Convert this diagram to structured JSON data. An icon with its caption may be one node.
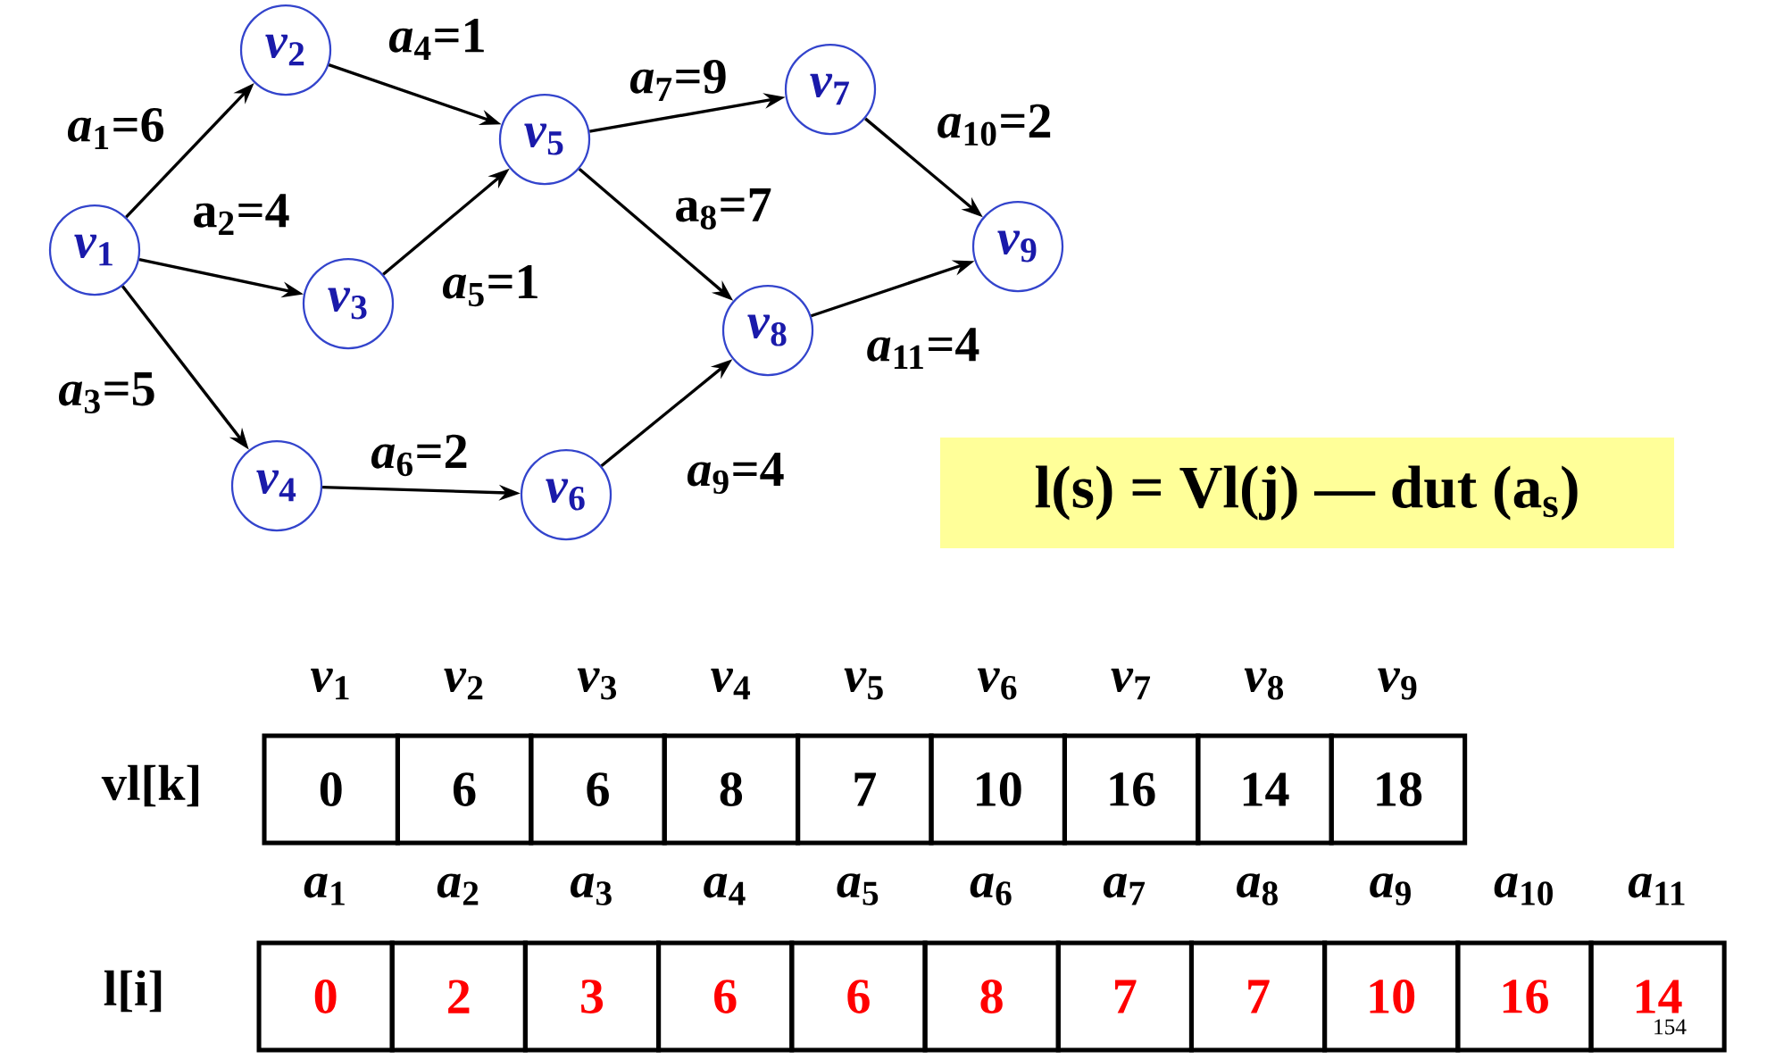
{
  "diagram": {
    "nodes": [
      {
        "text": [
          "*v*$_{1}$"
        ]
      },
      {
        "text": [
          "*v*$_{2}$"
        ]
      },
      {
        "text": [
          "*v*$_{3}$"
        ]
      },
      {
        "text": [
          "*v*$_{4}$"
        ]
      },
      {
        "text": [
          "*v*$_{5}$"
        ]
      },
      {
        "text": [
          "*v*$_{6}$"
        ]
      },
      {
        "text": [
          "*v*$_{7}$"
        ]
      },
      {
        "text": [
          "*v*$_{8}$"
        ]
      },
      {
        "text": [
          "*v*$_{9}$"
        ]
      },
      {
        "text": [
          "l(s) = Vl(j) — dut (a$_{s}$)"
        ]
      }
    ],
    "edges": [
      {
        "from": 0,
        "to": 1,
        "arrow": "to",
        "label": "*a*$_{1}$=6"
      },
      {
        "from": 0,
        "to": 2,
        "arrow": "to",
        "label": "a$_{2}$=4"
      },
      {
        "from": 0,
        "to": 3,
        "arrow": "to",
        "label": "*a*$_{3}$=5"
      },
      {
        "from": 1,
        "to": 4,
        "arrow": "to",
        "label": "*a*$_{4}$=1"
      },
      {
        "from": 2,
        "to": 4,
        "arrow": "to",
        "label": "*a*$_{5}$=1"
      },
      {
        "from": 3,
        "to": 5,
        "arrow": "to",
        "label": "*a*$_{6}$=2"
      },
      {
        "from": 4,
        "to": 6,
        "arrow": "to",
        "label": "*a*$_{7}$=9"
      },
      {
        "from": 4,
        "to": 7,
        "arrow": "to",
        "label": "a$_{8}$=7"
      },
      {
        "from": 5,
        "to": 7,
        "arrow": "to",
        "label": "*a*$_{9}$=4"
      },
      {
        "from": 6,
        "to": 8,
        "arrow": "to",
        "label": "*a*$_{10}$=2"
      },
      {
        "from": 7,
        "to": 8,
        "arrow": "to",
        "label": "*a*$_{11}$=4"
      }
    ],
    "labels": [
      "*v*$_{1}$",
      "*v*$_{2}$",
      "*v*$_{3}$",
      "*v*$_{4}$",
      "*v*$_{5}$",
      "*v*$_{6}$",
      "*v*$_{7}$",
      "*v*$_{8}$",
      "*v*$_{9}$",
      "vl[k]",
      "0",
      "6",
      "6",
      "8",
      "7",
      "10",
      "16",
      "14",
      "18",
      "*a*$_{1}$",
      "*a*$_{2}$",
      "*a*$_{3}$",
      "*a*$_{4}$",
      "*a*$_{5}$",
      "*a*$_{6}$",
      "*a*$_{7}$",
      "*a*$_{8}$",
      "*a*$_{9}$",
      "*a*$_{10}$",
      "*a*$_{11}$",
      "l[i]",
      "0",
      "2",
      "3",
      "6",
      "6",
      "8",
      "7",
      "7",
      "10",
      "16",
      "14",
      "154"
    ]
  }
}
